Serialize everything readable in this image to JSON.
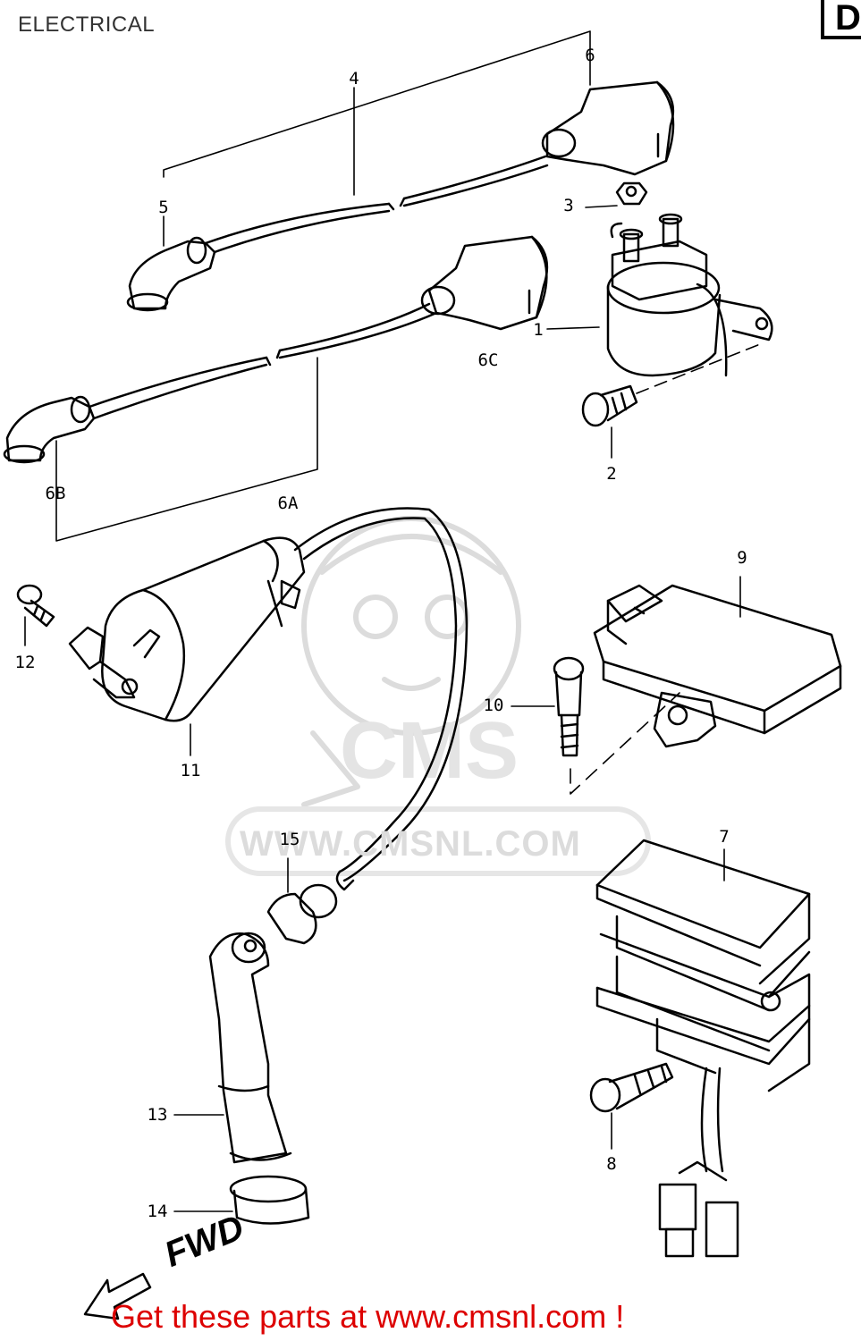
{
  "title": "ELECTRICAL",
  "corner_badge": "D",
  "watermark": {
    "text": "WWW.CMSNL.COM",
    "logo_text": "CMS"
  },
  "footer_link": "Get these parts at www.cmsnl.com !",
  "fwd_label": "FWD",
  "callouts": {
    "c1": "1",
    "c2": "2",
    "c3": "3",
    "c4": "4",
    "c5": "5",
    "c6": "6",
    "c6a": "6A",
    "c6b": "6B",
    "c6c": "6C",
    "c7": "7",
    "c8": "8",
    "c9": "9",
    "c10": "10",
    "c11": "11",
    "c12": "12",
    "c13": "13",
    "c14": "14",
    "c15": "15"
  },
  "colors": {
    "line": "#000000",
    "watermark": "#dcdcdc",
    "link": "#dd0000"
  }
}
